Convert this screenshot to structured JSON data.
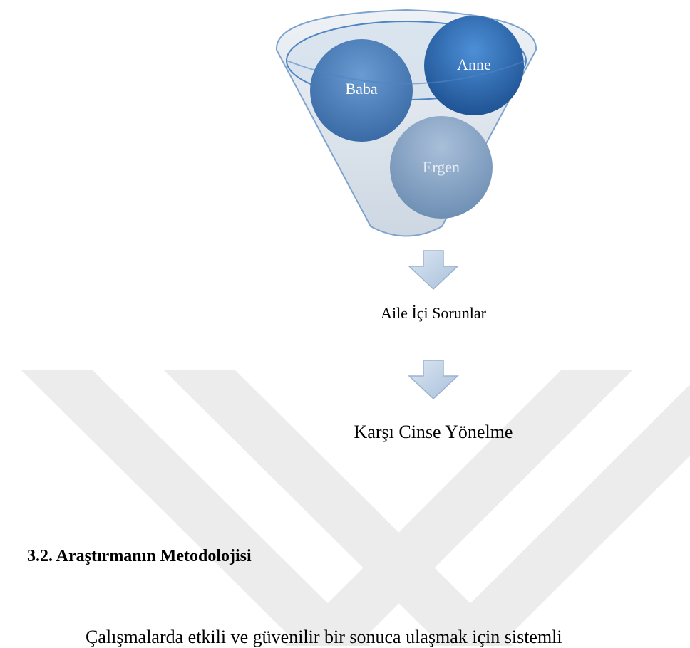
{
  "diagram": {
    "funnel_items": [
      {
        "label": "Baba"
      },
      {
        "label": "Anne"
      },
      {
        "label": "Ergen"
      }
    ],
    "steps": [
      {
        "label": "Aile İçi Sorunlar"
      },
      {
        "label": "Karşı Cinse Yönelme"
      }
    ]
  },
  "section": {
    "heading": "3.2. Araştırmanın Metodolojisi",
    "paragraph_start": "Çalışmalarda etkili ve güvenilir bir sonuca ulaşmak için sistemli"
  },
  "colors": {
    "circle_dark": "#2f6db0",
    "circle_light": "#7f9ec0",
    "funnel_fill": "#dfe6ee",
    "funnel_stroke": "#5b8ac4",
    "watermark": "#ededed"
  }
}
